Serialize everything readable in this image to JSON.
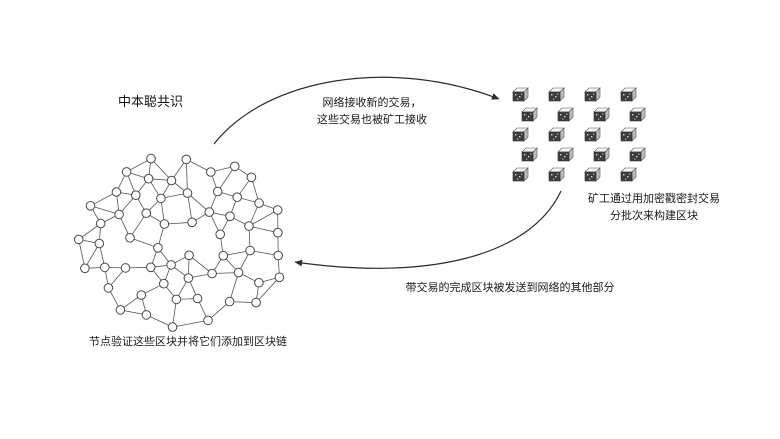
{
  "title": "中本聪共识",
  "labels": {
    "transactions_arrow_line1": "网络接收新的交易，",
    "transactions_arrow_line2": "这些交易也被矿工接收",
    "miners_build_line1": "矿工通过用加密戳密封交易",
    "miners_build_line2": "分批次来构建区块",
    "completed_blocks_arrow": "带交易的完成区块被发送到网络的其他部分",
    "nodes_validate": "节点验证这些区块并将它们添加到区块链"
  },
  "diagram": {
    "colors": {
      "arrow_stroke": "#2b2b2b",
      "network_edge": "#555555",
      "node_fill": "#ffffff",
      "node_stroke": "#4a4a4a",
      "cube_front": "#3d3d3d",
      "cube_top": "#f5f5f5",
      "cube_side": "#bdbdbd"
    },
    "block_grid": {
      "rows": 5,
      "cols": 4
    }
  }
}
